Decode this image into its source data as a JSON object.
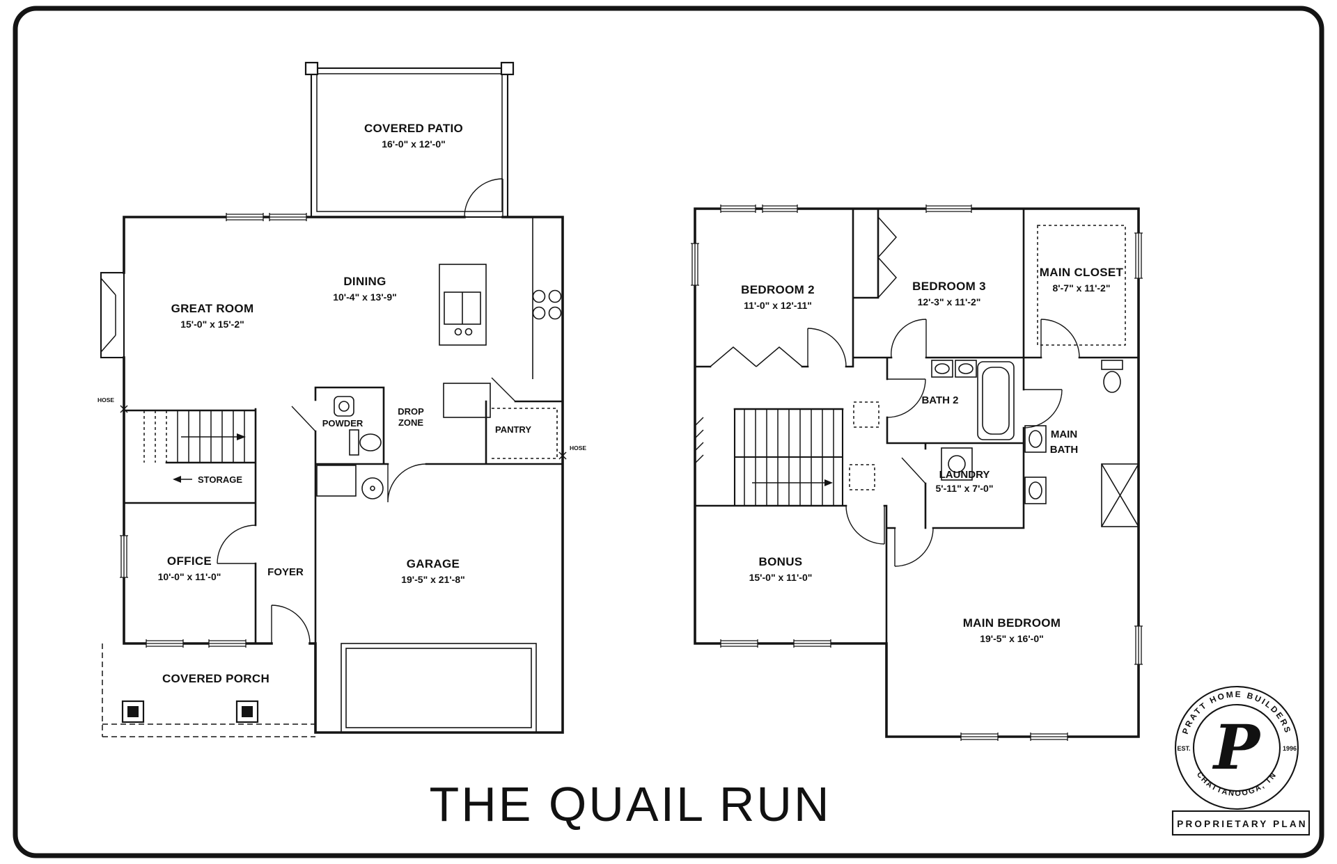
{
  "page": {
    "title": "THE QUAIL RUN",
    "footer_stamp": "PROPRIETARY PLAN"
  },
  "floor1": {
    "rooms": {
      "covered_patio": {
        "name": "COVERED PATIO",
        "dims": "16'-0\" x 12'-0\""
      },
      "great_room": {
        "name": "GREAT ROOM",
        "dims": "15'-0\" x 15'-2\""
      },
      "dining": {
        "name": "DINING",
        "dims": "10'-4\" x 13'-9\""
      },
      "powder": {
        "name": "POWDER"
      },
      "drop_zone": {
        "line1": "DROP",
        "line2": "ZONE"
      },
      "pantry": {
        "name": "PANTRY"
      },
      "storage": {
        "name": "STORAGE"
      },
      "office": {
        "name": "OFFICE",
        "dims": "10'-0\" x 11'-0\""
      },
      "foyer": {
        "name": "FOYER"
      },
      "garage": {
        "name": "GARAGE",
        "dims": "19'-5\" x 21'-8\""
      },
      "covered_porch": {
        "name": "COVERED PORCH"
      }
    },
    "annotations": {
      "hose": "HOSE"
    }
  },
  "floor2": {
    "rooms": {
      "bedroom2": {
        "name": "BEDROOM 2",
        "dims": "11'-0\" x 12'-11\""
      },
      "bedroom3": {
        "name": "BEDROOM 3",
        "dims": "12'-3\" x 11'-2\""
      },
      "main_closet": {
        "name": "MAIN CLOSET",
        "dims": "8'-7\" x 11'-2\""
      },
      "bath2": {
        "name": "BATH 2"
      },
      "main_bath": {
        "line1": "MAIN",
        "line2": "BATH"
      },
      "laundry": {
        "name": "LAUNDRY",
        "dims": "5'-11\" x 7'-0\""
      },
      "bonus": {
        "name": "BONUS",
        "dims": "15'-0\" x 11'-0\""
      },
      "main_bedroom": {
        "name": "MAIN BEDROOM",
        "dims": "19'-5\" x 16'-0\""
      }
    }
  },
  "logo": {
    "brand_arc_top": "PRATT HOME BUILDERS",
    "brand_arc_bottom": "CHATTANOOGA, TN",
    "est_label": "EST.",
    "est_year": "1996",
    "monogram": "P"
  }
}
